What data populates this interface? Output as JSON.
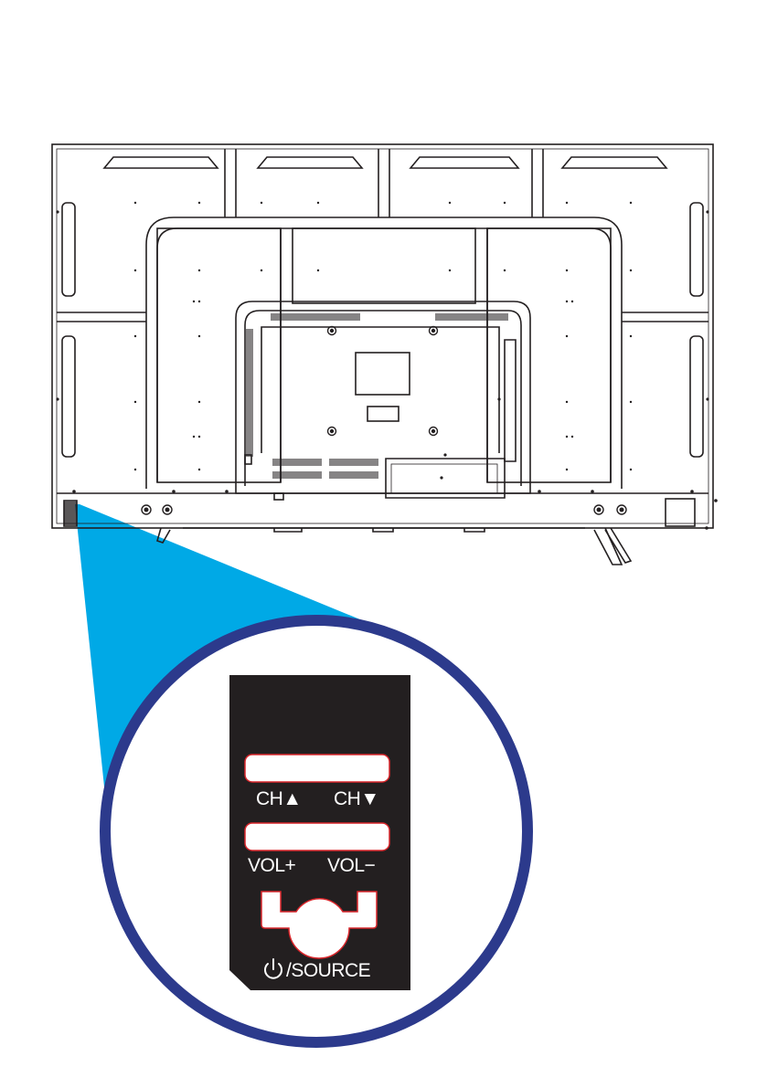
{
  "colors": {
    "callout": "#00a9e6",
    "ring": "#2c3a8c",
    "keypad": "#231f20",
    "button_outline": "#d9262b",
    "line": "#231f20"
  },
  "keypad": {
    "ch_up_label": "CH▲",
    "ch_down_label": "CH▼",
    "vol_up_label": "VOL+",
    "vol_down_label": "VOL−",
    "source_label": "/SOURCE"
  },
  "icons": [
    "power-icon"
  ]
}
